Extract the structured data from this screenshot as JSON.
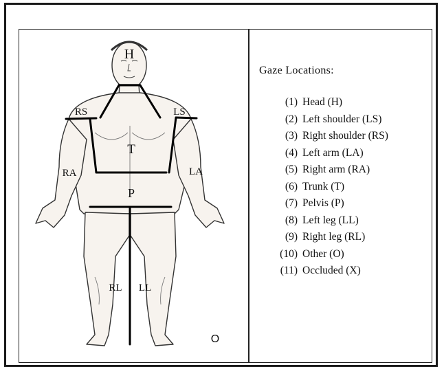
{
  "figure": {
    "labels": {
      "head": "H",
      "right_shoulder": "RS",
      "left_shoulder": "LS",
      "trunk": "T",
      "right_arm": "RA",
      "left_arm": "LA",
      "pelvis": "P",
      "right_leg": "RL",
      "left_leg": "LL",
      "other": "O"
    }
  },
  "legend": {
    "title": "Gaze Locations:",
    "items": [
      {
        "num": "(1)",
        "label": "Head (H)"
      },
      {
        "num": "(2)",
        "label": "Left shoulder (LS)"
      },
      {
        "num": "(3)",
        "label": "Right shoulder (RS)"
      },
      {
        "num": "(4)",
        "label": "Left arm (LA)"
      },
      {
        "num": "(5)",
        "label": "Right arm (RA)"
      },
      {
        "num": "(6)",
        "label": "Trunk (T)"
      },
      {
        "num": "(7)",
        "label": "Pelvis (P)"
      },
      {
        "num": "(8)",
        "label": "Left leg (LL)"
      },
      {
        "num": "(9)",
        "label": "Right leg (RL)"
      },
      {
        "num": "(10)",
        "label": "Other (O)"
      },
      {
        "num": "(11)",
        "label": "Occluded (X)"
      }
    ]
  }
}
